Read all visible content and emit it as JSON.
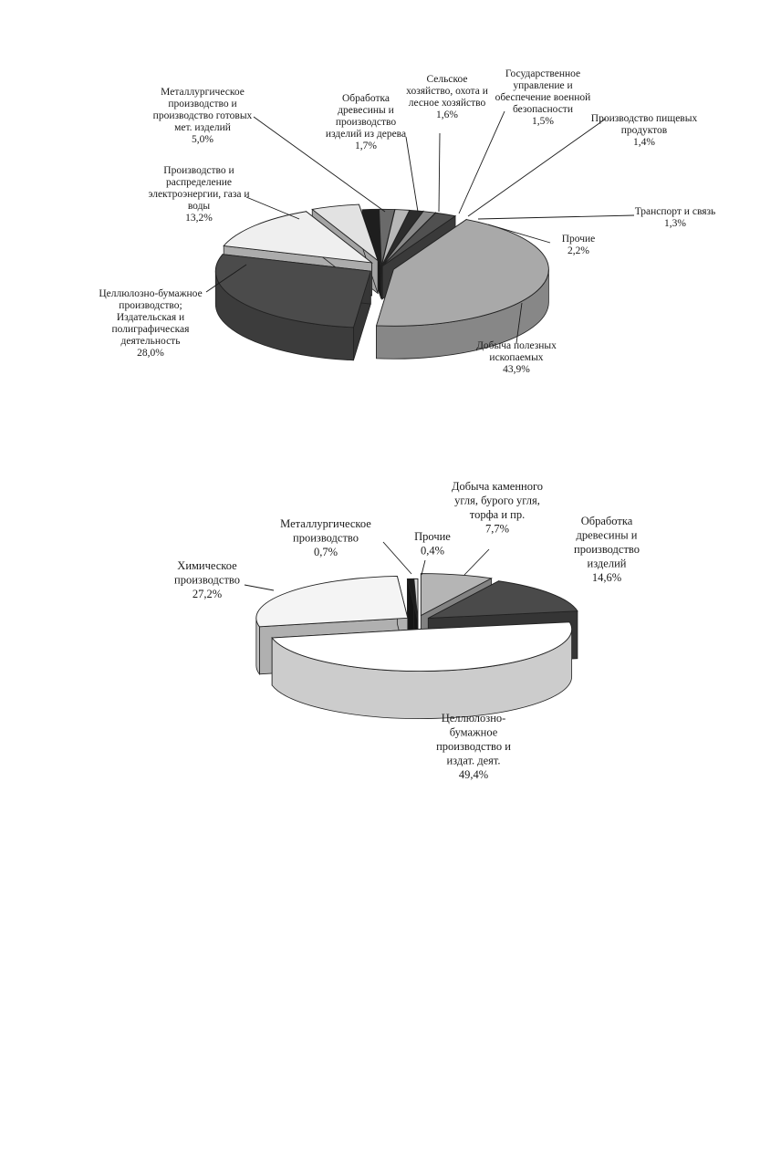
{
  "chart_data": [
    {
      "type": "pie",
      "style": "3d-exploded",
      "slices": [
        {
          "label": [
            "Добыча полезных",
            "ископаемых"
          ],
          "value": 43.9,
          "value_text": "43,9%",
          "color": "#a9a9a9"
        },
        {
          "label": [
            "Целлюлозно-бумажное",
            "производство;",
            "Издательская и",
            "полиграфическая",
            "деятельность"
          ],
          "value": 28.0,
          "value_text": "28,0%",
          "color": "#4b4b4b"
        },
        {
          "label": [
            "Производство и",
            "распределение",
            "электроэнергии, газа и",
            "воды"
          ],
          "value": 13.2,
          "value_text": "13,2%",
          "color": "#efefef"
        },
        {
          "label": [
            "Металлургическое",
            "производство и",
            "производство готовых",
            "мет. изделий"
          ],
          "value": 5.0,
          "value_text": "5,0%",
          "color": "#e2e2e2"
        },
        {
          "label": [
            "Обработка",
            "древесины и",
            "производство",
            "изделий из дерева"
          ],
          "value": 1.7,
          "value_text": "1,7%",
          "color": "#1e1e1e"
        },
        {
          "label": [
            "Сельское",
            "хозяйство, охота и",
            "лесное хозяйство"
          ],
          "value": 1.6,
          "value_text": "1,6%",
          "color": "#6a6a6a"
        },
        {
          "label": [
            "Государственное",
            "управление и",
            "обеспечение военной",
            "безопасности"
          ],
          "value": 1.5,
          "value_text": "1,5%",
          "color": "#b7b7b7"
        },
        {
          "label": [
            "Производство пищевых",
            "продуктов"
          ],
          "value": 1.4,
          "value_text": "1,4%",
          "color": "#2c2c2c"
        },
        {
          "label": [
            "Транспорт и связь"
          ],
          "value": 1.3,
          "value_text": "1,3%",
          "color": "#8a8a8a"
        },
        {
          "label": [
            "Прочие"
          ],
          "value": 2.2,
          "value_text": "2,2%",
          "color": "#505050"
        }
      ]
    },
    {
      "type": "pie",
      "style": "3d-exploded",
      "slices": [
        {
          "label": [
            "Добыча каменного",
            "угля, бурого угля,",
            "торфа и пр."
          ],
          "value": 7.7,
          "value_text": "7,7%",
          "color": "#b5b5b5"
        },
        {
          "label": [
            "Обработка",
            "древесины и",
            "производство",
            "изделий"
          ],
          "value": 14.6,
          "value_text": "14,6%",
          "color": "#4a4a4a"
        },
        {
          "label": [
            "Целлюлозно-",
            "бумажное",
            "производство и",
            "издат. деят."
          ],
          "value": 49.4,
          "value_text": "49,4%",
          "color": "#ffffff"
        },
        {
          "label": [
            "Химическое",
            "производство"
          ],
          "value": 27.2,
          "value_text": "27,2%",
          "color": "#f4f4f4"
        },
        {
          "label": [
            "Металлургическое",
            "производство"
          ],
          "value": 0.7,
          "value_text": "0,7%",
          "color": "#1c1c1c"
        },
        {
          "label": [
            "Прочие"
          ],
          "value": 0.4,
          "value_text": "0,4%",
          "color": "#d8d8d8"
        }
      ]
    }
  ]
}
